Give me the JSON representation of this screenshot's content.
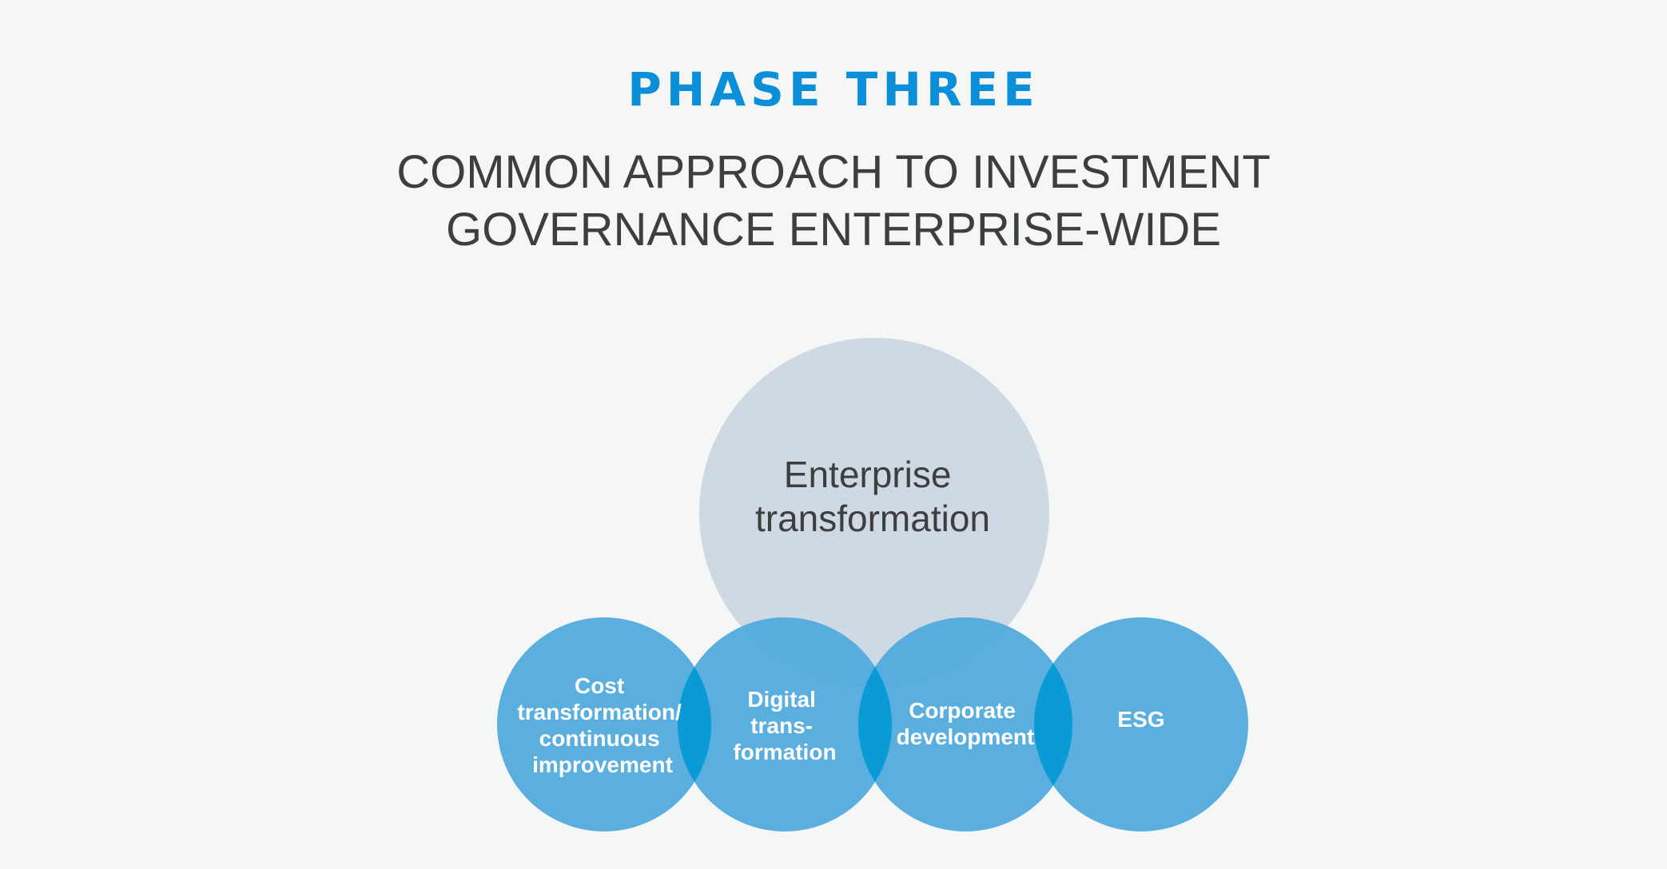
{
  "header": {
    "phase": "PHASE THREE",
    "title_line_1": "COMMON APPROACH TO INVESTMENT",
    "title_line_2": "GOVERNANCE ENTERPRISE-WIDE"
  },
  "diagram": {
    "top_circle": {
      "lines": [
        "Enterprise",
        "transformation"
      ],
      "fill": "#cfd9e3"
    },
    "bottom_circles": [
      {
        "id": "cost",
        "lines": [
          "Cost",
          "transformation/",
          "continuous",
          "improvement"
        ]
      },
      {
        "id": "digital",
        "lines": [
          "Digital",
          "trans-",
          "formation"
        ]
      },
      {
        "id": "corporate",
        "lines": [
          "Corporate",
          "development"
        ]
      },
      {
        "id": "esg",
        "lines": [
          "ESG"
        ]
      }
    ],
    "colors": {
      "accent": "#0a8fd8",
      "bottom_fill": "#4ea9dd",
      "overlap": "#0a9ad6",
      "label": "#ffffff",
      "top_label": "#3c3e40"
    }
  }
}
